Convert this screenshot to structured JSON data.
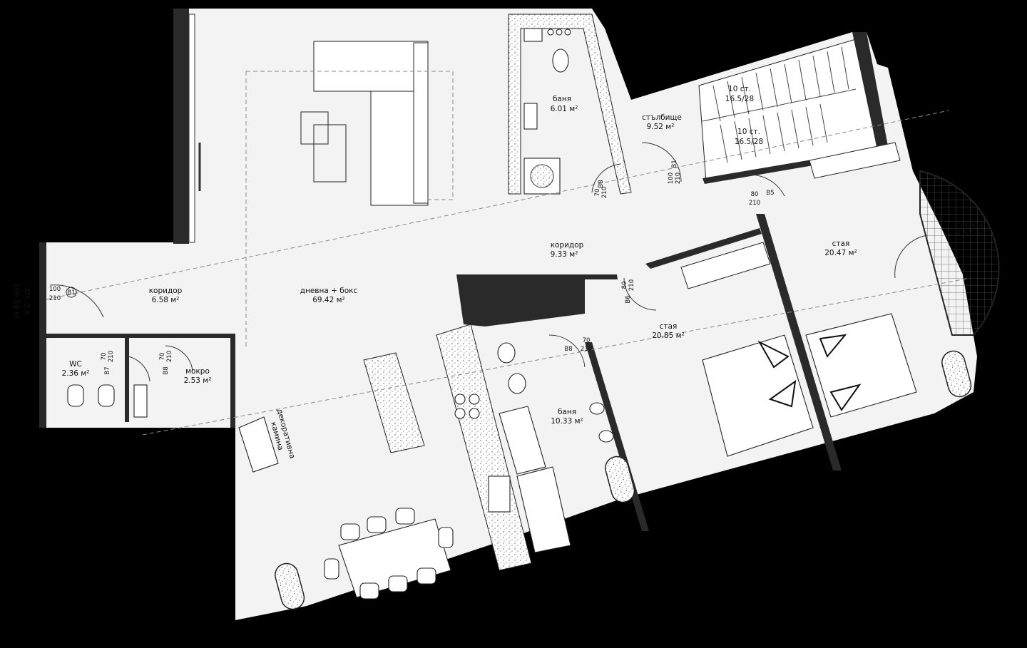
{
  "colors": {
    "background": "#000000",
    "floor": "#f3f3f3",
    "wall": "#2a2a2a",
    "line": "#222222"
  },
  "apartment": {
    "code": "АП.-3.6",
    "area": "166.59 м²"
  },
  "rooms": [
    {
      "id": "living",
      "name": "дневна + бокс",
      "area": "69.42 м²"
    },
    {
      "id": "corridor-west",
      "name": "коридор",
      "area": "6.58 м²"
    },
    {
      "id": "wc",
      "name": "WC",
      "area": "2.36 м²"
    },
    {
      "id": "laundry",
      "name": "мокро",
      "area": "2.53 м²"
    },
    {
      "id": "bath-north",
      "name": "баня",
      "area": "6.01 м²"
    },
    {
      "id": "stairs",
      "name": "стълбище",
      "area": "9.52 м²"
    },
    {
      "id": "corridor-center",
      "name": "коридор",
      "area": "9.33 м²"
    },
    {
      "id": "bedroom-east",
      "name": "стая",
      "area": "20.47 м²"
    },
    {
      "id": "terrace",
      "name": "тераса",
      "area": "4.57 м²"
    },
    {
      "id": "bedroom-center",
      "name": "стая",
      "area": "20.85 м²"
    },
    {
      "id": "bath-center",
      "name": "баня",
      "area": "10.33 м²"
    }
  ],
  "fireplace_label_lines": [
    "декоративна",
    "камина"
  ],
  "stairs": {
    "run1_steps": "10 ст.",
    "run1_size": "16.5/28",
    "run2_steps": "10 ст.",
    "run2_size": "16.5/28"
  },
  "doors": [
    {
      "id": "B1",
      "width": "100",
      "height": "210"
    },
    {
      "id": "B7",
      "width": "70",
      "height": "210"
    },
    {
      "id": "B8",
      "width": "70",
      "height": "210"
    },
    {
      "id": "B8",
      "width": "70",
      "height": "210"
    },
    {
      "id": "B1",
      "width": "100",
      "height": "210"
    },
    {
      "id": "B5",
      "width": "80",
      "height": "210"
    },
    {
      "id": "B6",
      "width": "80",
      "height": "210"
    },
    {
      "id": "B8",
      "width": "70",
      "height": "210"
    }
  ]
}
